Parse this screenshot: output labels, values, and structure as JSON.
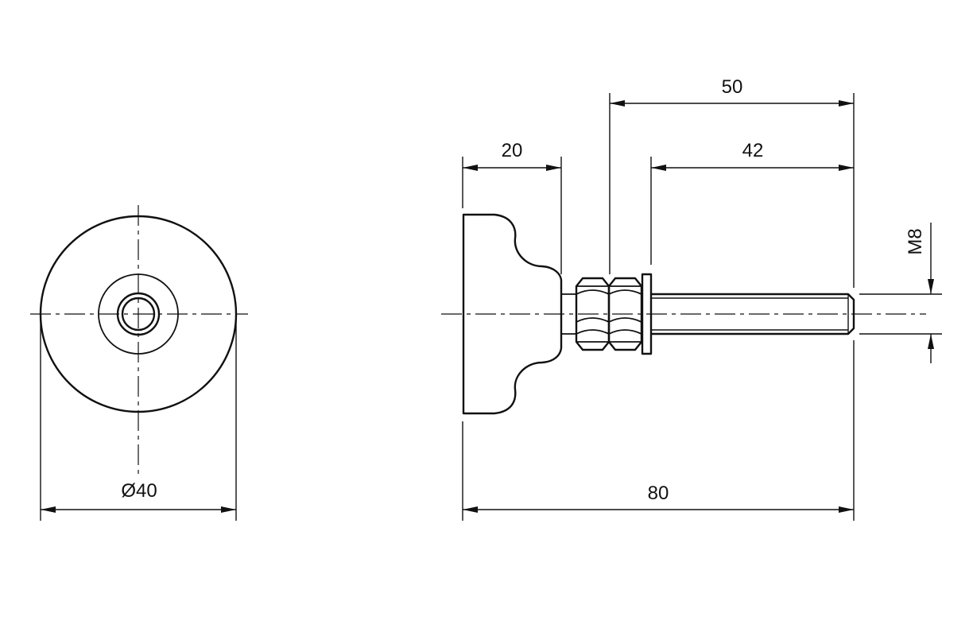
{
  "diagram": {
    "dimensions": {
      "knob_diameter": "Ø40",
      "knob_length": "20",
      "thread_from_nut": "50",
      "thread_from_washer": "42",
      "total_length": "80",
      "thread_size": "M8"
    }
  }
}
